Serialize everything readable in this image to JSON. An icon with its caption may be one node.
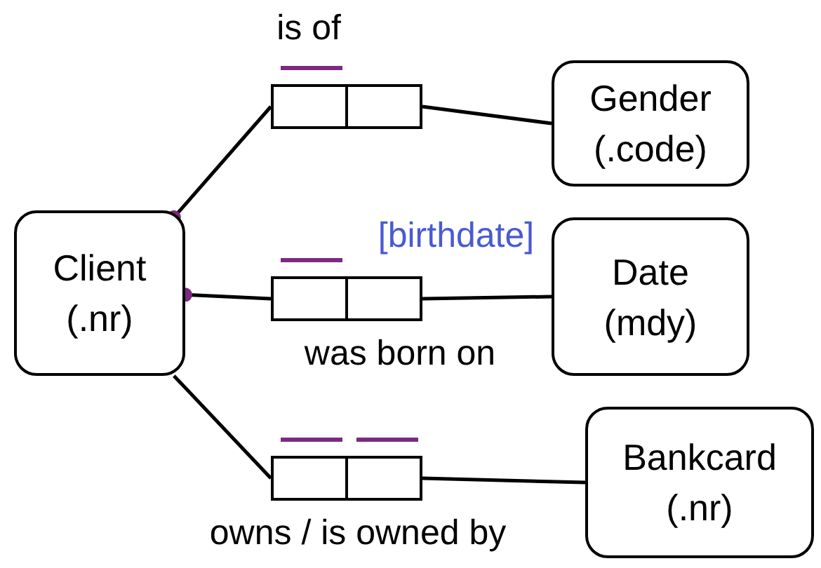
{
  "diagram": {
    "nodes": [
      {
        "text": [
          "Client (.nr)"
        ]
      },
      {
        "text": [],
        "shape": "box",
        "beside": [
          "is of"
        ]
      },
      {
        "text": [
          "Gender (.code)"
        ]
      },
      {
        "text": [],
        "shape": "box",
        "beside": [
          "[birthdate]",
          "was born on"
        ]
      },
      {
        "text": [
          "Date (mdy)"
        ]
      },
      {
        "text": [],
        "shape": "box",
        "beside": [
          "owns / is owned by"
        ]
      },
      {
        "text": [
          "Bankcard (.nr)"
        ]
      }
    ],
    "edges": [
      {
        "from": 0,
        "to": 1,
        "arrow": "other"
      },
      {
        "from": 1,
        "to": 2,
        "arrow": "none"
      },
      {
        "from": 0,
        "to": 3,
        "arrow": "other"
      },
      {
        "from": 3,
        "to": 4,
        "arrow": "none"
      },
      {
        "from": 0,
        "to": 5,
        "arrow": "none"
      },
      {
        "from": 5,
        "to": 6,
        "arrow": "none"
      }
    ]
  }
}
